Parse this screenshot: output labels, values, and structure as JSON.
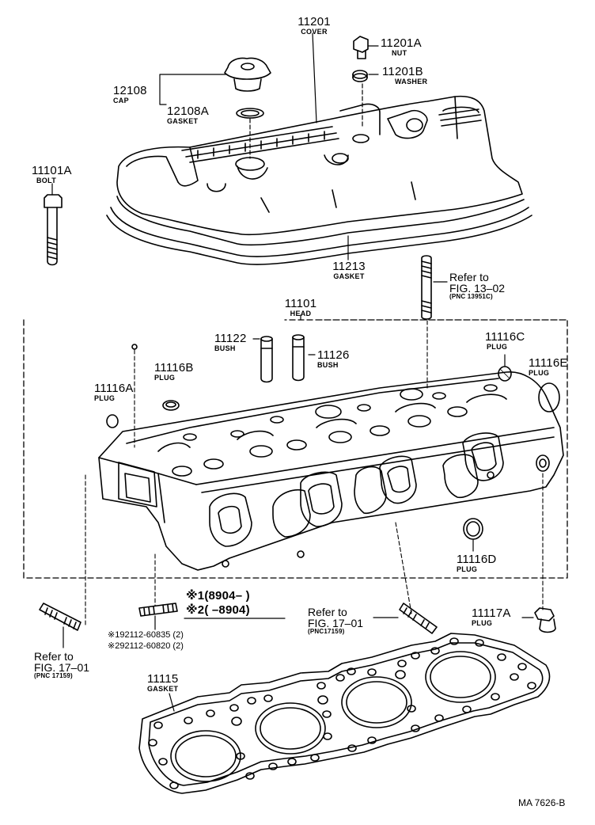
{
  "parts": {
    "cover": {
      "num": "11201",
      "name": "COVER"
    },
    "nut": {
      "num": "11201A",
      "name": "NUT"
    },
    "washer": {
      "num": "11201B",
      "name": "WASHER"
    },
    "cap": {
      "num": "12108",
      "name": "CAP"
    },
    "cap_gasket": {
      "num": "12108A",
      "name": "GASKET"
    },
    "bolt": {
      "num": "11101A",
      "name": "BOLT"
    },
    "cover_gasket": {
      "num": "11213",
      "name": "GASKET"
    },
    "head": {
      "num": "11101",
      "name": "HEAD"
    },
    "bush1": {
      "num": "11122",
      "name": "BUSH"
    },
    "bush2": {
      "num": "11126",
      "name": "BUSH"
    },
    "plug_c": {
      "num": "11116C",
      "name": "PLUG"
    },
    "plug_e": {
      "num": "11116E",
      "name": "PLUG"
    },
    "plug_b": {
      "num": "11116B",
      "name": "PLUG"
    },
    "plug_a": {
      "num": "11116A",
      "name": "PLUG"
    },
    "plug_d": {
      "num": "11116D",
      "name": "PLUG"
    },
    "plug_17a": {
      "num": "11117A",
      "name": "PLUG"
    },
    "head_gasket": {
      "num": "11115",
      "name": "GASKET"
    }
  },
  "refs": {
    "ref_13_02": {
      "line1": "Refer to",
      "line2": "FIG. 13–02",
      "pnc": "(PNC 13951C)"
    },
    "ref_17_01_mid": {
      "line1": "Refer to",
      "line2": "FIG. 17–01",
      "pnc": "(PNC17159)"
    },
    "ref_17_01_left": {
      "line1": "Refer to",
      "line2": "FIG. 17–01",
      "pnc": "(PNC 17159)"
    }
  },
  "studs": {
    "legend1": "※1(8904–        )",
    "legend2": "※2(        –8904)",
    "part1": "※192112-60835 (2)",
    "part2": "※292112-60820 (2)"
  },
  "footer": {
    "code": "MA  7626-B"
  }
}
